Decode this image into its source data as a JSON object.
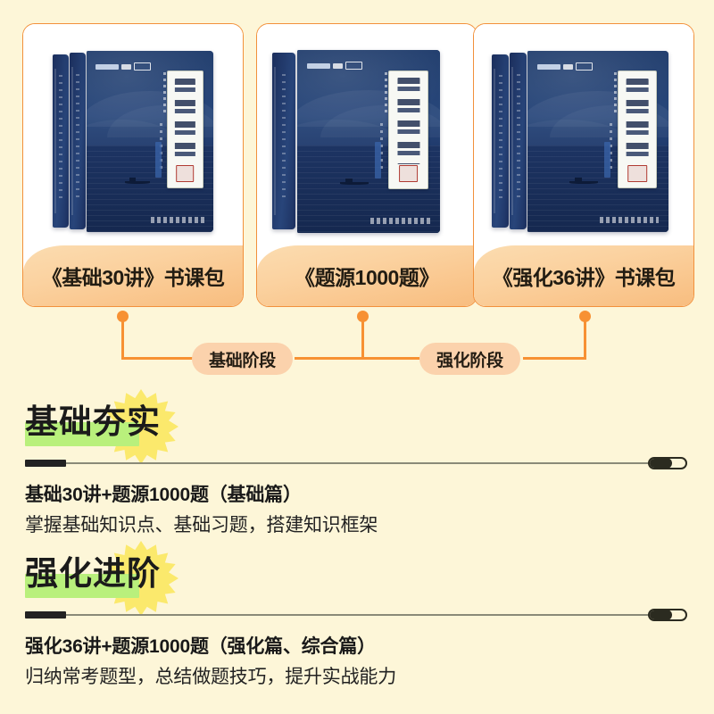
{
  "theme": {
    "background": "#fdf6d8",
    "card_border": "#f2913c",
    "band_gradient_start": "#fbdcb0",
    "band_gradient_end": "#f8bd7f",
    "connector": "#f79133",
    "stage_badge_bg": "#fbd2ac",
    "highlight_green": "#b9f07c",
    "starburst_yellow": "#fbe96c",
    "book_navy": "#24406f",
    "text_dark": "#1b1b1b"
  },
  "cards": [
    {
      "label": "《基础30讲》书课包",
      "book_count": 3
    },
    {
      "label": "《题源1000题》",
      "book_count": 2
    },
    {
      "label": "《强化36讲》书课包",
      "book_count": 3
    }
  ],
  "stages": [
    {
      "label": "基础阶段"
    },
    {
      "label": "强化阶段"
    }
  ],
  "phases": [
    {
      "heading": "基础夯实",
      "title": "基础30讲+题源1000题（基础篇）",
      "description": "掌握基础知识点、基础习题，搭建知识框架"
    },
    {
      "heading": "强化进阶",
      "title": "强化36讲+题源1000题（强化篇、综合篇）",
      "description": "归纳常考题型，总结做题技巧，提升实战能力"
    }
  ]
}
